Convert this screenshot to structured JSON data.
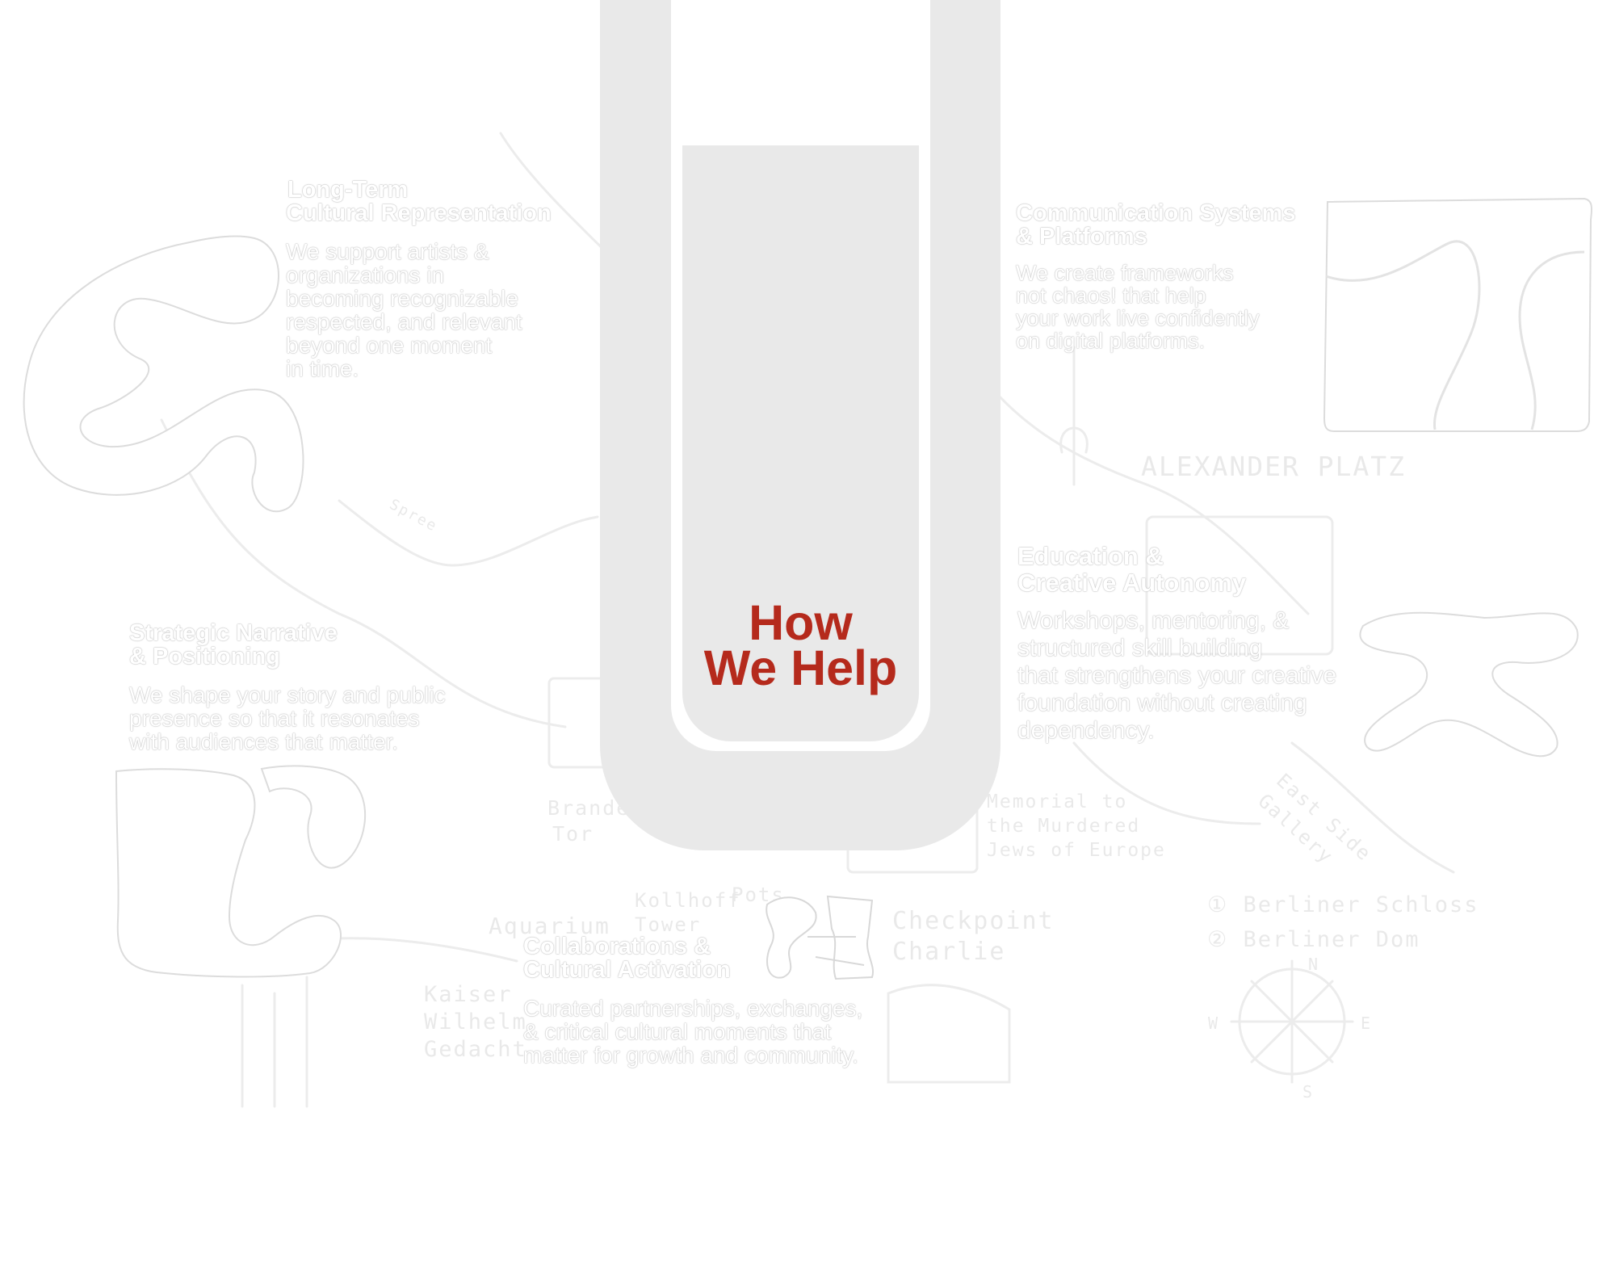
{
  "header": {
    "title_line1": "How",
    "title_line2": "We Help",
    "accent_color": "#b52a1c",
    "tube_color": "#e9e9e9"
  },
  "services": [
    {
      "heading_line1": "Long-Term",
      "heading_line2": "Cultural Representation",
      "description": [
        "We support artists &",
        "organizations in",
        "becoming recognizable",
        "respected, and relevant",
        "beyond one moment",
        "in time."
      ]
    },
    {
      "heading_line1": "Communication Systems",
      "heading_line2": "& Platforms",
      "description": [
        "We create frameworks",
        "not chaos! that help",
        "your work live confidently",
        "on digital platforms."
      ]
    },
    {
      "heading_line1": "Strategic Narrative",
      "heading_line2": "& Positioning",
      "description": [
        "We shape your story and public",
        "presence so that it resonates",
        "with audiences that matter."
      ]
    },
    {
      "heading_line1": "Education &",
      "heading_line2": "Creative Autonomy",
      "description": [
        "Workshops, mentoring, &",
        "structured skill building",
        "that strengthens your creative",
        "foundation without creating",
        "dependency."
      ]
    },
    {
      "heading_line1": "Collaborations &",
      "heading_line2": "Cultural Activation",
      "description": [
        "Curated partnerships, exchanges,",
        "& critical cultural moments that",
        "matter for growth and community."
      ]
    }
  ],
  "map_labels": {
    "alexanderplatz": "ALEXANDER PLATZ",
    "spree": "Spree",
    "brandenburger_line1": "Brandenburger",
    "brandenburger_line2": "Tor",
    "memorial_line1": "Memorial to",
    "memorial_line2": "the Murdered",
    "memorial_line3": "Jews of Europe",
    "east_side_line1": "East Side",
    "east_side_line2": "Gallery",
    "schloss": "① Berliner Schloss",
    "dom": "② Berliner Dom",
    "checkpoint_line1": "Checkpoint",
    "checkpoint_line2": "Charlie",
    "kollhoff_line1": "Kollhoff",
    "kollhoff_line2": "Tower",
    "potsdamer": "Pots",
    "aquarium": "Aquarium",
    "kaiser_line1": "Kaiser",
    "kaiser_line2": "Wilhelm",
    "kaiser_line3": "Gedacht",
    "compass_n": "N",
    "compass_e": "E",
    "compass_s": "S",
    "compass_w": "W"
  }
}
